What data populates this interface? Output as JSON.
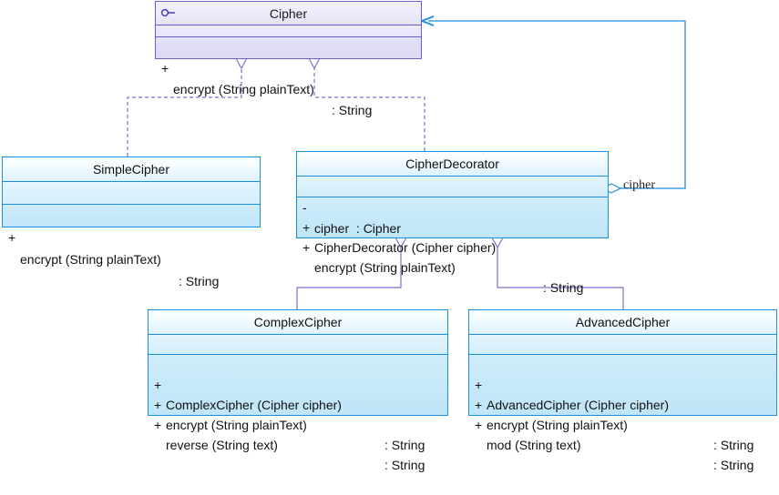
{
  "diagram": {
    "kind": "uml-class-diagram",
    "colors": {
      "interface_border": "#6a61c8",
      "interface_fill": "#e8e6f8",
      "class_border": "#1a8fe0",
      "class_fill": "#cbeaf9",
      "realization_line": "#7b72cf",
      "inheritance_line": "#7b72cf",
      "association_line": "#1a8fe0"
    },
    "nodes": [
      {
        "id": "cipher",
        "name": "Cipher",
        "stereotype": "interface",
        "icon": "interface-lollipop-icon",
        "attributes": [],
        "operations": [
          {
            "visibility": "+",
            "signature": "encrypt (String plainText)",
            "returns": ": String"
          }
        ]
      },
      {
        "id": "simplecipher",
        "name": "SimpleCipher",
        "stereotype": "class",
        "attributes": [],
        "operations": [
          {
            "visibility": "+",
            "signature": "encrypt (String plainText)",
            "returns": ": String"
          }
        ]
      },
      {
        "id": "cipherdecorator",
        "name": "CipherDecorator",
        "stereotype": "class",
        "attributes": [
          {
            "visibility": "-",
            "signature": "cipher  : Cipher",
            "returns": ""
          }
        ],
        "operations": [
          {
            "visibility": "+",
            "signature": "CipherDecorator (Cipher cipher)",
            "returns": ""
          },
          {
            "visibility": "+",
            "signature": "encrypt (String plainText)",
            "returns": ": String"
          }
        ]
      },
      {
        "id": "complexcipher",
        "name": "ComplexCipher",
        "stereotype": "class",
        "attributes": [],
        "operations": [
          {
            "visibility": "+",
            "signature": "ComplexCipher (Cipher cipher)",
            "returns": ""
          },
          {
            "visibility": "+",
            "signature": "encrypt (String plainText)",
            "returns": ": String"
          },
          {
            "visibility": "+",
            "signature": "reverse (String text)",
            "returns": ": String"
          }
        ]
      },
      {
        "id": "advancedcipher",
        "name": "AdvancedCipher",
        "stereotype": "class",
        "attributes": [],
        "operations": [
          {
            "visibility": "+",
            "signature": "AdvancedCipher (Cipher cipher)",
            "returns": ""
          },
          {
            "visibility": "+",
            "signature": "encrypt (String plainText)",
            "returns": ": String"
          },
          {
            "visibility": "+",
            "signature": "mod (String text)",
            "returns": ": String"
          }
        ]
      }
    ],
    "edges": [
      {
        "id": "e1",
        "type": "realization",
        "from": "simplecipher",
        "to": "cipher",
        "label": ""
      },
      {
        "id": "e2",
        "type": "realization",
        "from": "cipherdecorator",
        "to": "cipher",
        "label": ""
      },
      {
        "id": "e3",
        "type": "generalization",
        "from": "complexcipher",
        "to": "cipherdecorator",
        "label": ""
      },
      {
        "id": "e4",
        "type": "generalization",
        "from": "advancedcipher",
        "to": "cipherdecorator",
        "label": ""
      },
      {
        "id": "e5",
        "type": "aggregation",
        "from": "cipherdecorator",
        "to": "cipher",
        "label": "cipher"
      }
    ]
  }
}
